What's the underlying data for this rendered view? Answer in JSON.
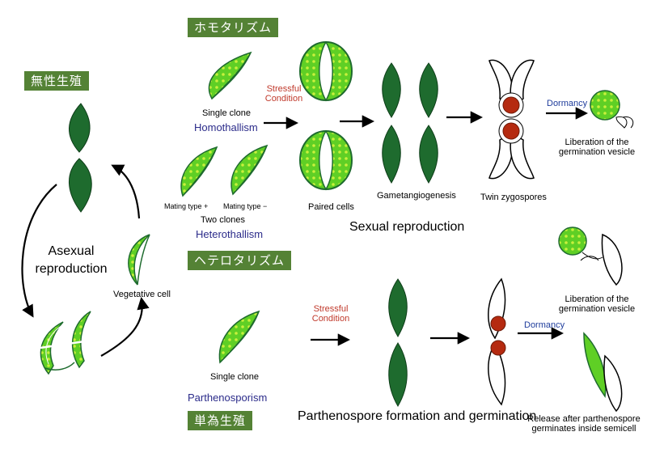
{
  "labels": {
    "badge_homothallism": "ホモタリズム",
    "badge_asexual": "無性生殖",
    "badge_heterothallism": "ヘテロタリズム",
    "badge_parthenosporism": "単為生殖",
    "asexual_reproduction": "Asexual reproduction",
    "vegetative_cell": "Vegetative cell",
    "single_clone_top": "Single clone",
    "homothallism": "Homothallism",
    "stressful_condition_top": "Stressful Condition",
    "paired_cells": "Paired cells",
    "gametangiogenesis": "Gametangiogenesis",
    "twin_zygospores": "Twin zygospores",
    "dormancy_top": "Dormancy",
    "liberation_top": "Liberation of the germination vesicle",
    "mating_type_plus": "Mating type +",
    "mating_type_minus": "Mating type −",
    "two_clones": "Two clones",
    "heterothallism": "Heterothallism",
    "sexual_reproduction": "Sexual reproduction",
    "single_clone_bottom": "Single clone",
    "parthenosporism": "Parthenosporism",
    "stressful_condition_bottom": "Stressful Condition",
    "dormancy_bottom": "Dormancy",
    "liberation_bottom": "Liberation of the germination vesicle",
    "parthenospore_formation": "Parthenospore formation and germination",
    "release_after": "Release after parthenospore germinates inside semicell"
  },
  "colors": {
    "badge": "#548235",
    "dark_green": "#1e6b2e",
    "light_green": "#5fcf25",
    "yellow_green": "#c8f03c",
    "spore_red": "#b52a10",
    "red_text": "#c0392b",
    "navy_text": "#2b2b8a"
  },
  "icons": [
    "arrow-icon",
    "cycle-arrow-icon",
    "closterium-cell-icon",
    "zygospore-icon",
    "germination-vesicle-icon"
  ]
}
